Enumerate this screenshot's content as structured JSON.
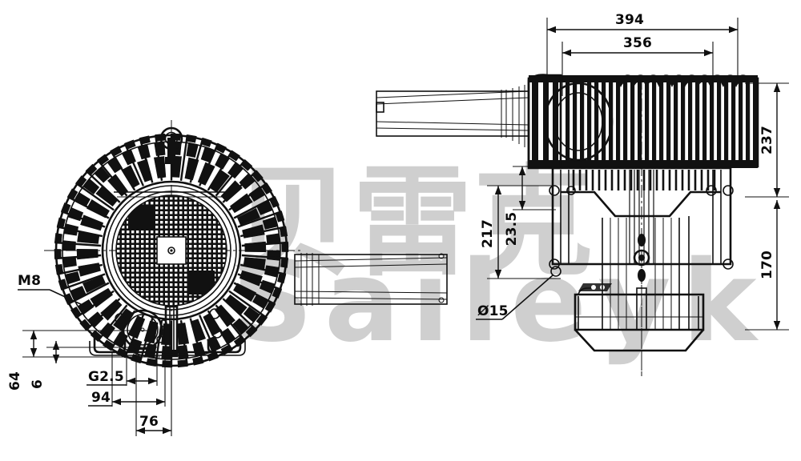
{
  "drawing": {
    "type": "engineering-dimensional-drawing",
    "subject": "side channel blower / ring blower two-view outline drawing",
    "units": "mm",
    "views": [
      {
        "name": "front-view",
        "description": "circular blower housing with radial cooling fins, central hub, lifting eye at top, mounting feet at bottom"
      },
      {
        "name": "side-view",
        "description": "side elevation with motor cooling fins, inlet/outlet flanged pipes and base"
      }
    ]
  },
  "watermark": {
    "chinese": "贝雷克",
    "latin": "Saileyk",
    "color": "#cfcfcf"
  },
  "dimensions": {
    "top": [
      {
        "id": "overall-width",
        "label": "394"
      },
      {
        "id": "bolt-span-width",
        "label": "356"
      }
    ],
    "right": [
      {
        "id": "upper-height",
        "label": "237"
      },
      {
        "id": "lower-height",
        "label": "170"
      }
    ],
    "middle": [
      {
        "id": "height-217",
        "label": "217"
      },
      {
        "id": "height-23-5",
        "label": "23.5"
      }
    ],
    "left": [
      {
        "id": "height-64",
        "label": "64"
      },
      {
        "id": "foot-thickness-6",
        "label": "6"
      },
      {
        "id": "port-thread-g2-5",
        "label": "G2.5"
      },
      {
        "id": "width-94",
        "label": "94"
      },
      {
        "id": "width-76",
        "label": "76"
      }
    ],
    "callouts": [
      {
        "id": "thread-m8",
        "label": "M8"
      },
      {
        "id": "hole-dia-15",
        "label": "Ø15"
      }
    ]
  },
  "colors": {
    "line": "#111111",
    "background": "#ffffff",
    "watermark": "#cfcfcf"
  }
}
